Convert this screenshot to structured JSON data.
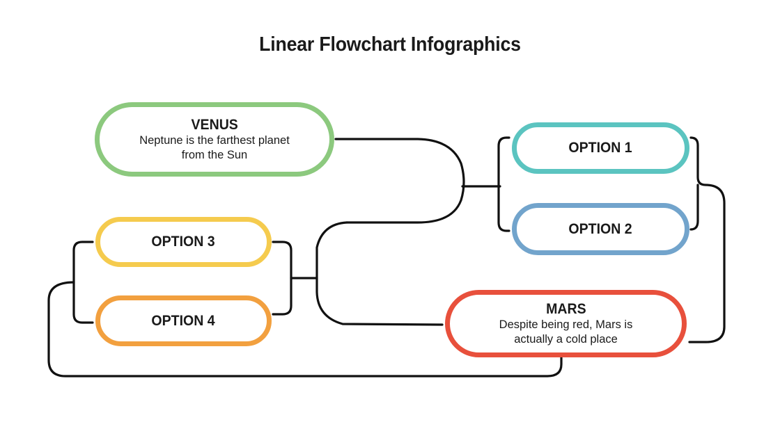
{
  "slide": {
    "title": "Linear Flowchart Infographics",
    "background_color": "#FFFFFF",
    "connector_color": "#111111"
  },
  "nodes": {
    "venus": {
      "title": "VENUS",
      "description_line1": "Neptune is the farthest planet",
      "description_line2": "from the Sun",
      "color": "#8CC97E",
      "shape": "rounded-pill"
    },
    "option1": {
      "title": "OPTION 1",
      "color": "#5BC4C0",
      "shape": "rounded-pill"
    },
    "option2": {
      "title": "OPTION 2",
      "color": "#72A4CC",
      "shape": "rounded-pill"
    },
    "option3": {
      "title": "OPTION 3",
      "color": "#F5CB4E",
      "shape": "rounded-pill"
    },
    "option4": {
      "title": "OPTION 4",
      "color": "#F2A03F",
      "shape": "rounded-pill"
    },
    "mars": {
      "title": "MARS",
      "description_line1": "Despite being red, Mars is",
      "description_line2": "actually a cold place",
      "color": "#E8503C",
      "shape": "rounded-pill"
    }
  }
}
